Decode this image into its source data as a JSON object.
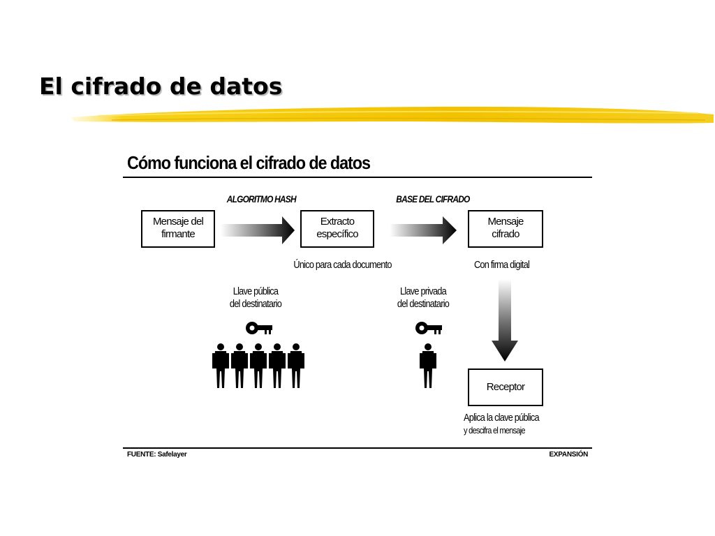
{
  "slide": {
    "title": "El cifrado de datos"
  },
  "figure": {
    "title": "Cómo funciona el cifrado de datos",
    "steps": {
      "hash_algorithm": "ALGORITMO HASH",
      "encryption_base": "BASE DEL CIFRADO"
    },
    "boxes": {
      "sender_message": {
        "line1": "Mensaje del",
        "line2": "firmante"
      },
      "specific_extract": {
        "line1": "Extracto",
        "line2": "específico"
      },
      "encrypted_message": {
        "line1": "Mensaje",
        "line2": "cifrado"
      },
      "receiver": {
        "line1": "Receptor"
      }
    },
    "captions": {
      "unique_per_document": "Único para cada documento",
      "digital_signature": "Con firma digital",
      "public_key": {
        "line1": "Llave pública",
        "line2": "del destinatario"
      },
      "private_key": {
        "line1": "Llave privada",
        "line2": "del destinatario"
      },
      "apply_public_key": {
        "line1": "Aplica la clave pública",
        "line2": "y descifra el mensaje"
      }
    },
    "footer": {
      "source": "FUENTE: Safelayer",
      "publisher": "EXPANSIÓN"
    }
  },
  "colors": {
    "brush": "#f2c200",
    "brush_light": "#fde66a",
    "ink": "#000000"
  }
}
